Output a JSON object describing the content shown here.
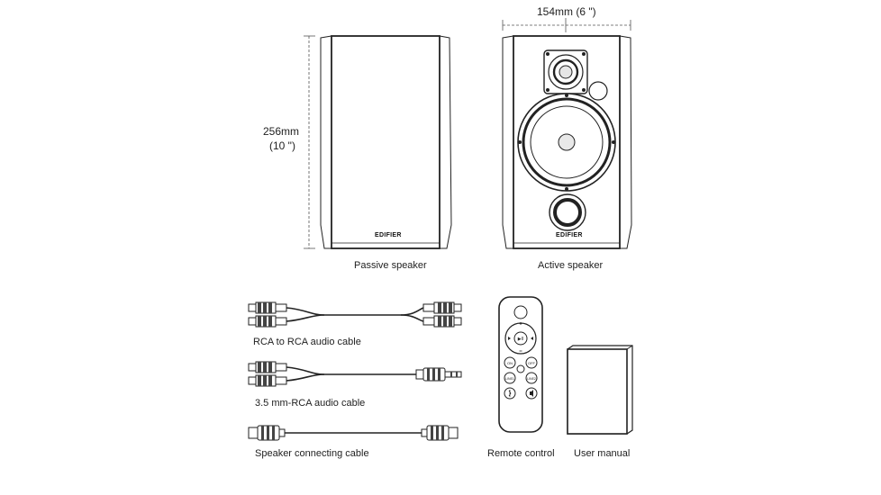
{
  "dimensions": {
    "width_label": "154mm  (6 \")",
    "height_label_mm": "256mm",
    "height_label_in": "(10 \")"
  },
  "speakers": {
    "brand": "EDIFIER",
    "passive_caption": "Passive speaker",
    "active_caption": "Active speaker"
  },
  "accessories": {
    "rca_cable": "RCA to RCA audio cable",
    "mini_rca_cable": "3.5 mm-RCA audio cable",
    "speaker_cable": "Speaker connecting cable",
    "remote": "Remote control",
    "manual": "User manual"
  },
  "remote_buttons": {
    "on": "ON",
    "off": "OFF",
    "line1": "LINE1",
    "line2": "LINE2",
    "play": "▶II"
  }
}
